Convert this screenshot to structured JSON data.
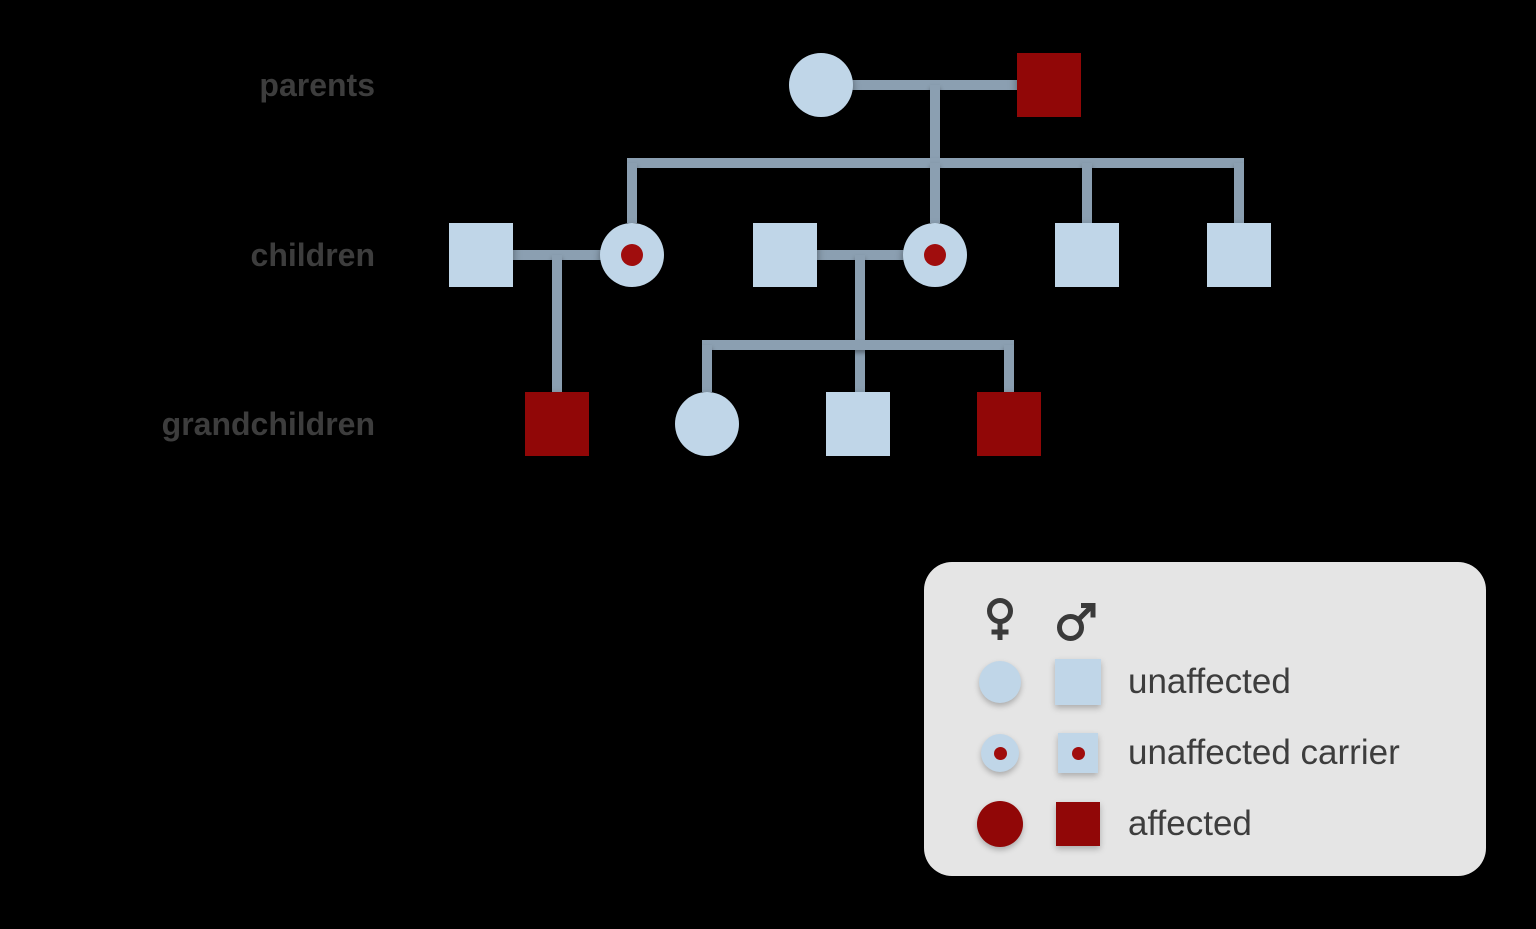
{
  "title": "pedigree chart",
  "colors": {
    "background": "#000000",
    "unaffected_fill": "#c0d6e8",
    "affected_fill": "#910707",
    "carrier_dot": "#a00d0d",
    "connector_line": "#8b9fb1",
    "label_text": "#3d3d3d",
    "legend_background": "#e5e5e5"
  },
  "generation_labels": {
    "parents": "parents",
    "children": "children",
    "grandchildren": "grandchildren"
  },
  "legend": {
    "female_icon": "female-symbol",
    "male_icon": "male-symbol",
    "rows": [
      {
        "label": "unaffected"
      },
      {
        "label": "unaffected carrier"
      },
      {
        "label": "affected"
      }
    ]
  },
  "pedigree": {
    "generations": [
      {
        "name": "parents",
        "members": [
          {
            "sex": "female",
            "status": "unaffected"
          },
          {
            "sex": "male",
            "status": "affected"
          }
        ]
      },
      {
        "name": "children",
        "members": [
          {
            "sex": "male",
            "status": "unaffected",
            "role": "spouse"
          },
          {
            "sex": "female",
            "status": "unaffected carrier",
            "role": "child"
          },
          {
            "sex": "male",
            "status": "unaffected",
            "role": "spouse"
          },
          {
            "sex": "female",
            "status": "unaffected carrier",
            "role": "child"
          },
          {
            "sex": "male",
            "status": "unaffected",
            "role": "child"
          },
          {
            "sex": "male",
            "status": "unaffected",
            "role": "child"
          }
        ]
      },
      {
        "name": "grandchildren",
        "members": [
          {
            "sex": "male",
            "status": "affected"
          },
          {
            "sex": "female",
            "status": "unaffected"
          },
          {
            "sex": "male",
            "status": "unaffected"
          },
          {
            "sex": "male",
            "status": "affected"
          }
        ]
      }
    ]
  }
}
